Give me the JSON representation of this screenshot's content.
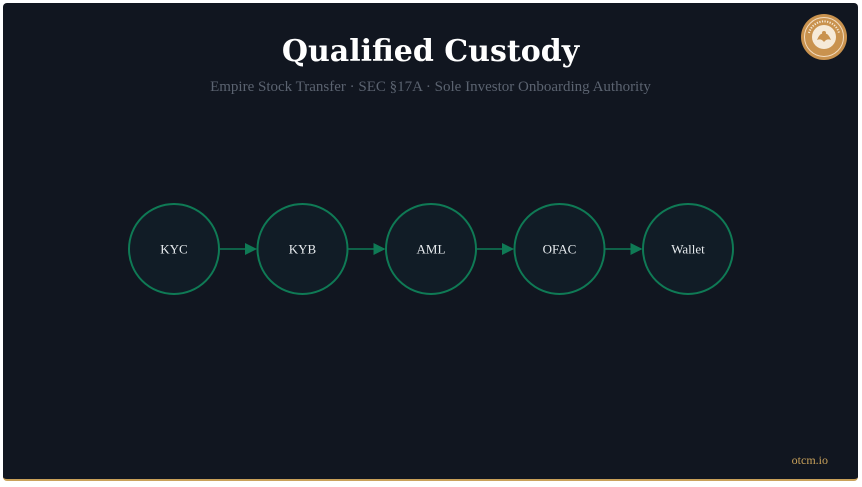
{
  "slide": {
    "title": "Qualified Custody",
    "subtitle": "Empire Stock Transfer · SEC §17A · Sole Investor Onboarding Authority",
    "footer": "otcm.io"
  },
  "seal": {
    "icon": "seal-logo-icon",
    "text": "OTCM PROTOCOL"
  },
  "flow": {
    "steps": [
      "KYC",
      "KYB",
      "AML",
      "OFAC",
      "Wallet"
    ],
    "colors": {
      "node_fill": "#111c26",
      "node_stroke": "#0f7a55",
      "arrow": "#0f7a55",
      "accent": "#c9a15a"
    }
  }
}
